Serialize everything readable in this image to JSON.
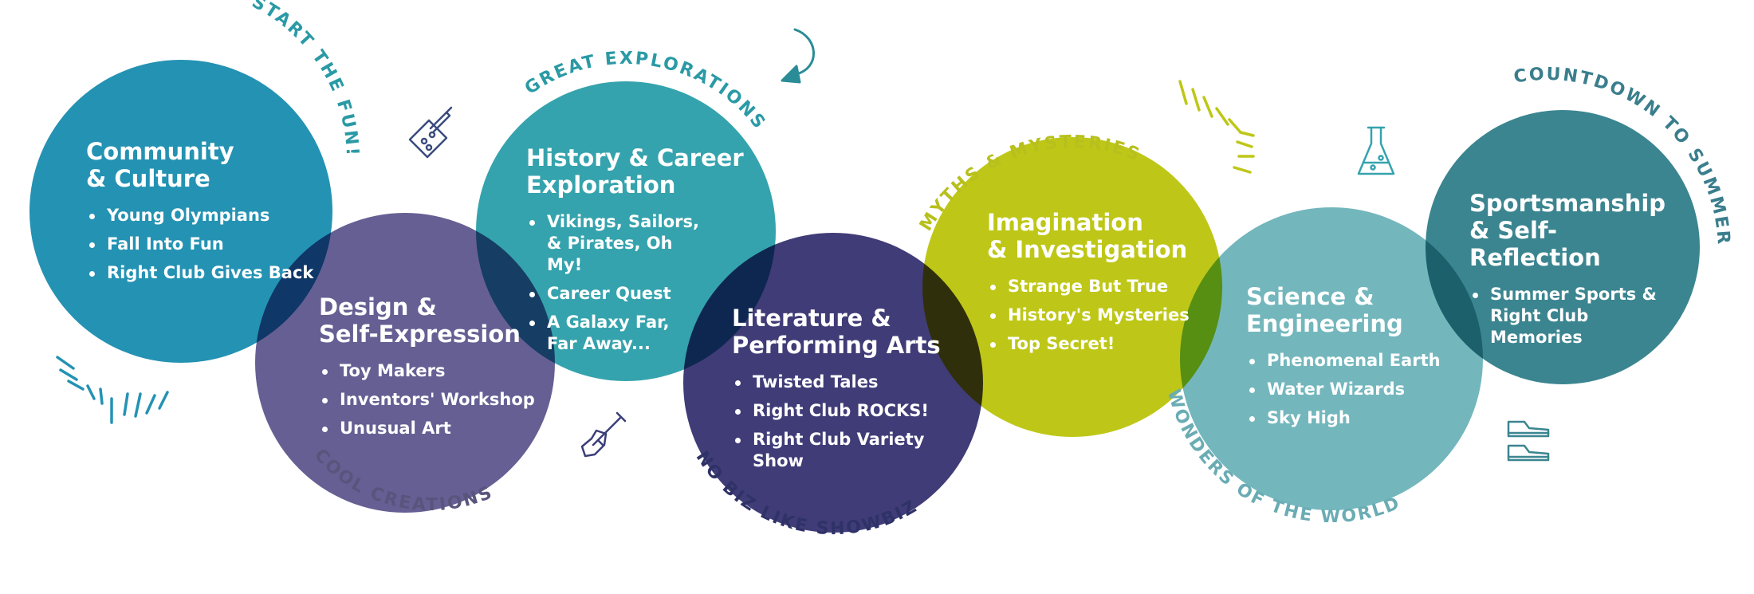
{
  "colors": {
    "community": "#2492b3",
    "design": "#665f93",
    "history": "#35a3ad",
    "literature": "#403c77",
    "imagination": "#bec717",
    "science": "#73b7bd",
    "sports": "#3b8590",
    "label_teal": "#2a9aa5",
    "label_purple": "#58557d",
    "label_navy": "#2f3267",
    "label_lime": "#b7c01c",
    "label_lightteal": "#6aacb4",
    "label_darkteal": "#3a7e8d"
  },
  "themes": [
    {
      "key": "community",
      "title": [
        "Community",
        "& Culture"
      ],
      "items": [
        "Young Olympians",
        "Fall Into Fun",
        "Right Club Gives Back"
      ],
      "tagline": "JUMP START THE FUN!"
    },
    {
      "key": "design",
      "title": [
        "Design &",
        "Self-Expression"
      ],
      "items": [
        "Toy Makers",
        "Inventors' Workshop",
        "Unusual Art"
      ],
      "tagline": "COOL CREATIONS"
    },
    {
      "key": "history",
      "title": [
        "History & Career",
        "Exploration"
      ],
      "items": [
        "Vikings, Sailors, & Pirates, Oh My!",
        "Career Quest",
        "A Galaxy Far, Far Away..."
      ],
      "tagline": "GREAT EXPLORATIONS"
    },
    {
      "key": "literature",
      "title": [
        "Literature &",
        "Performing Arts"
      ],
      "items": [
        "Twisted Tales",
        "Right Club ROCKS!",
        "Right Club Variety Show"
      ],
      "tagline": "NO BIZ LIKE SHOWBIZ"
    },
    {
      "key": "imagination",
      "title": [
        "Imagination",
        "& Investigation"
      ],
      "items": [
        "Strange But True",
        "History's Mysteries",
        "Top Secret!"
      ],
      "tagline": "MYTHS & MYSTERIES"
    },
    {
      "key": "science",
      "title": [
        "Science &",
        "Engineering"
      ],
      "items": [
        "Phenomenal Earth",
        "Water Wizards",
        "Sky High"
      ],
      "tagline": "WONDERS OF THE WORLD"
    },
    {
      "key": "sports",
      "title": [
        "Sportsmanship",
        "& Self-Reflection"
      ],
      "items": [
        "Summer Sports & Right Club Memories"
      ],
      "tagline": "COUNTDOWN TO SUMMER"
    }
  ],
  "icons": [
    "palette-icon",
    "guitar-icon",
    "arrow-icon",
    "flask-icon",
    "sneaker-icon",
    "sparkle-lines-icon"
  ]
}
